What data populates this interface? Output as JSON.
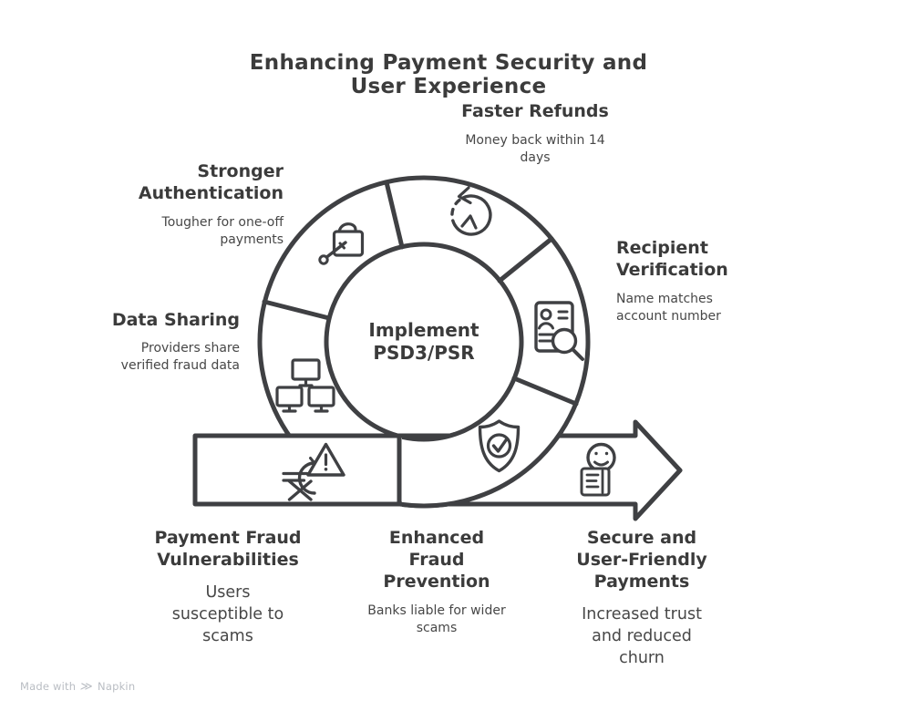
{
  "title": "Enhancing Payment Security and User Experience",
  "center": {
    "label": "Implement\nPSD3/PSR"
  },
  "segments": [
    {
      "id": "faster-refunds",
      "title": "Faster Refunds",
      "subtitle": "Money back within 14\ndays",
      "icon": "history-clock-icon"
    },
    {
      "id": "stronger-authentication",
      "title": "Stronger\nAuthentication",
      "subtitle": "Tougher for one-off\npayments",
      "icon": "lock-key-icon"
    },
    {
      "id": "recipient-verification",
      "title": "Recipient\nVerification",
      "subtitle": "Name matches\naccount number",
      "icon": "id-card-search-icon"
    },
    {
      "id": "data-sharing",
      "title": "Data Sharing",
      "subtitle": "Providers share\nverified fraud data",
      "icon": "network-monitors-icon"
    },
    {
      "id": "payment-fraud-vulnerabilities",
      "title": "Payment Fraud\nVulnerabilities",
      "subtitle": "Users\nsusceptible to\nscams",
      "icon": "euro-fraud-warning-icon"
    },
    {
      "id": "enhanced-fraud-prevention",
      "title": "Enhanced\nFraud\nPrevention",
      "subtitle": "Banks liable for wider\nscams",
      "icon": "shield-check-icon"
    },
    {
      "id": "secure-user-friendly-payments",
      "title": "Secure and\nUser-Friendly\nPayments",
      "subtitle": "Increased trust\nand reduced\nchurn",
      "icon": "smiley-hand-icon"
    }
  ],
  "watermark": {
    "prefix": "Made with",
    "brand": "Napkin"
  },
  "colors": {
    "ink": "#3f4043",
    "heading_text": "#3b3b3b",
    "subtitle_text": "#474747",
    "watermark": "#b9bdc3",
    "background": "#ffffff"
  }
}
